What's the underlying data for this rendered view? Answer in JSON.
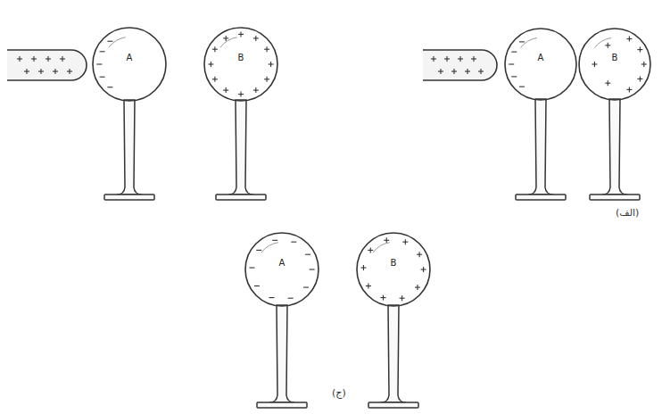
{
  "diagram": {
    "nodes": [
      {
        "text": [
          "A"
        ]
      },
      {
        "text": [
          "B"
        ]
      },
      {
        "text": [
          "A"
        ]
      },
      {
        "text": [
          "B"
        ]
      },
      {
        "text": [
          "A"
        ]
      },
      {
        "text": [
          "B"
        ]
      }
    ],
    "labels": [
      "(الف)",
      "(ج)"
    ]
  }
}
